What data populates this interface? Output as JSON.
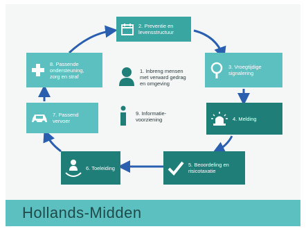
{
  "steps": [
    {
      "num": "1",
      "label": "1. Inbreng mensen\nmet verward gedrag\nen omgeving",
      "icon": "person-icon"
    },
    {
      "num": "2",
      "label": "2. Preventie en\nlevensstructuur",
      "icon": "calendar-icon"
    },
    {
      "num": "3",
      "label": "3. Vroegtijdige\nsignalering",
      "icon": "magnifier-icon"
    },
    {
      "num": "4",
      "label": "4. Melding",
      "icon": "siren-icon"
    },
    {
      "num": "5",
      "label": "5. Beoordeling en\nrisicotaxatie",
      "icon": "checkmark-icon"
    },
    {
      "num": "6",
      "label": "6. Toeleiding",
      "icon": "hand-person-icon"
    },
    {
      "num": "7",
      "label": "7. Passend\nvervoer",
      "icon": "car-icon"
    },
    {
      "num": "8",
      "label": "8. Passende\nondersteuning,\nzorg en straf",
      "icon": "cross-icon"
    },
    {
      "num": "9",
      "label": "9. Informatie-\nvoorziening",
      "icon": "info-icon"
    }
  ],
  "footer": {
    "title": "Hollands-Midden"
  },
  "colors": {
    "teal_light": "#5cc0c0",
    "teal_mid": "#3aa6a2",
    "teal_dark": "#1f7f78",
    "arrow": "#2a5fb0",
    "footer_bg": "#5cc0c0",
    "footer_text": "#1f4a4a",
    "white": "#ffffff",
    "center_icon": "#1f7f78"
  }
}
